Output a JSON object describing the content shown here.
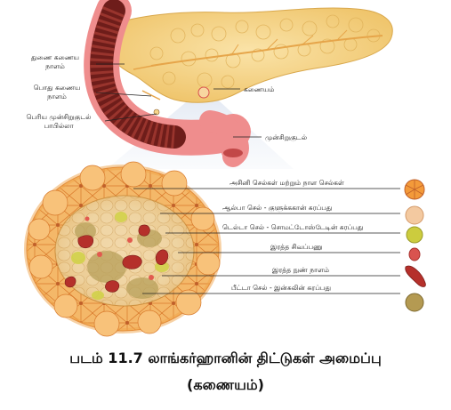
{
  "labels": {
    "accessory_duct": [
      "துணை கணைய",
      "நாளம்"
    ],
    "main_duct": [
      "பொது கணைய",
      "நாளம்"
    ],
    "papilla": [
      "பெரிய முன்சிறுகுடல்",
      "பாபில்லா"
    ],
    "pancreas": "கணையம்",
    "duodenum": "முன்சிறுகுடல்",
    "acinar": "அசினி செல்கள் மற்றும் நாள செல்கள்",
    "alpha": "ஆல்பா செல் - குளுக்ககான் சுரப்பது",
    "delta": "டெல்டா செல் - சொமட்டோஸ்டேடின் சுரப்பது",
    "rbc": "இரத்த சிவப்பணு",
    "capillary": "இரத்த நுண் நாளம்",
    "beta": "பீட்டா செல் - இன்சுலின் சுரப்பது"
  },
  "caption": {
    "line1": "படம் 11.7 லாங்கர்ஹானின் திட்டுகள் அமைப்பு",
    "line2": "(கணையம்)"
  },
  "colors": {
    "pancreas": "#f6d58a",
    "duodenum_outer": "#f08a8a",
    "duodenum_lumen": "#6e1d1a",
    "acinar": "#f3a24a",
    "alpha": "#f1c49a",
    "delta": "#c8c94a",
    "rbc": "#d9534f",
    "beta": "#b49a52"
  }
}
